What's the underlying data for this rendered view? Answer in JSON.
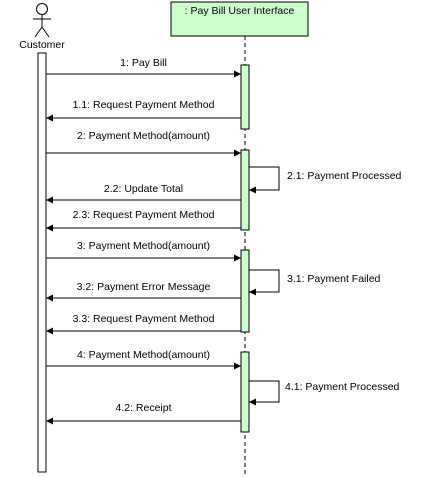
{
  "diagram": {
    "actor": {
      "name": "Customer"
    },
    "participant": {
      "name": ": Pay Bill User Interface"
    },
    "colors": {
      "activation_fill": "#ccffcc",
      "participant_fill": "#ccffcc",
      "line": "#000000",
      "background": "#ffffff"
    },
    "messages": [
      {
        "id": "m1",
        "label": "1: Pay Bill",
        "from": "actor",
        "to": "participant",
        "kind": "call"
      },
      {
        "id": "m1_1",
        "label": "1.1: Request Payment Method",
        "from": "participant",
        "to": "actor",
        "kind": "call"
      },
      {
        "id": "m2",
        "label": "2: Payment Method(amount)",
        "from": "actor",
        "to": "participant",
        "kind": "call"
      },
      {
        "id": "m2_1",
        "label": "2.1: Payment Processed",
        "from": "participant",
        "to": "participant",
        "kind": "self"
      },
      {
        "id": "m2_2",
        "label": "2.2: Update Total",
        "from": "participant",
        "to": "actor",
        "kind": "call"
      },
      {
        "id": "m2_3",
        "label": "2.3: Request Payment Method",
        "from": "participant",
        "to": "actor",
        "kind": "call"
      },
      {
        "id": "m3",
        "label": "3: Payment Method(amount)",
        "from": "actor",
        "to": "participant",
        "kind": "call"
      },
      {
        "id": "m3_1",
        "label": "3.1: Payment Failed",
        "from": "participant",
        "to": "participant",
        "kind": "self"
      },
      {
        "id": "m3_2",
        "label": "3.2: Payment Error Message",
        "from": "participant",
        "to": "actor",
        "kind": "call"
      },
      {
        "id": "m3_3",
        "label": "3.3: Request Payment Method",
        "from": "participant",
        "to": "actor",
        "kind": "call"
      },
      {
        "id": "m4",
        "label": "4: Payment Method(amount)",
        "from": "actor",
        "to": "participant",
        "kind": "call"
      },
      {
        "id": "m4_1",
        "label": "4.1: Payment Processed",
        "from": "participant",
        "to": "participant",
        "kind": "self"
      },
      {
        "id": "m4_2",
        "label": "4.2: Receipt",
        "from": "participant",
        "to": "actor",
        "kind": "call"
      }
    ]
  }
}
